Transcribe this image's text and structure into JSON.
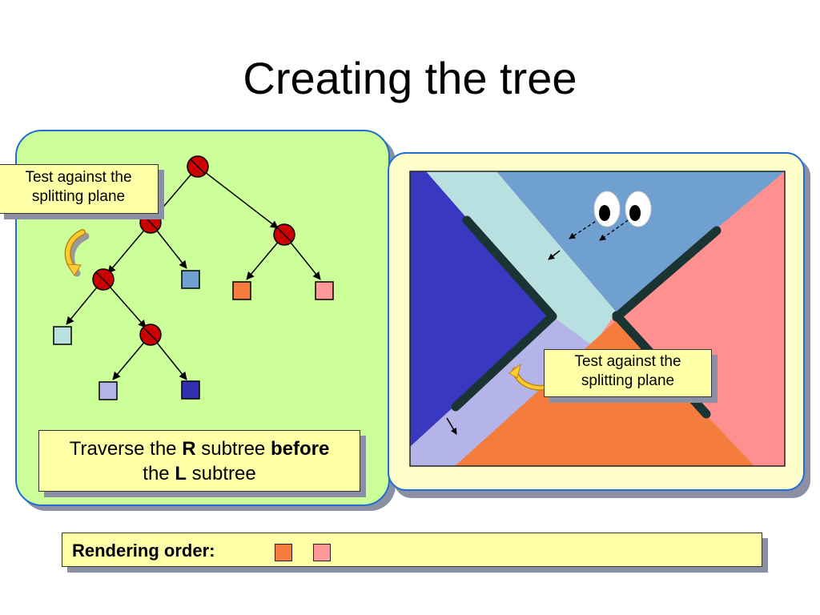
{
  "title": "Creating the tree",
  "callout_tree": {
    "line1": "Test against the",
    "line2": "splitting plane"
  },
  "callout_scene": {
    "line1": "Test against the",
    "line2": "splitting plane"
  },
  "traverse": {
    "part1": "Traverse the ",
    "r": "R",
    "part2": " subtree ",
    "before": "before",
    "part3": "the ",
    "l": "L",
    "part4": " subtree"
  },
  "rendering": {
    "label": "Rendering order:",
    "items": [
      {
        "color": "#f47c3c"
      },
      {
        "color": "#ff9999"
      }
    ]
  },
  "colors": {
    "tree_panel": "#ccff99",
    "scene_panel": "#ffffcc",
    "panel_border": "#1f6fd1",
    "node": "#cc0000",
    "orange": "#f47c3c",
    "pink": "#ff9090",
    "steel_blue": "#6fa0d0",
    "light_cyan": "#b8e0e0",
    "royal_blue": "#3838c0",
    "lavender": "#b4b4e8",
    "navy": "#3030b0"
  }
}
